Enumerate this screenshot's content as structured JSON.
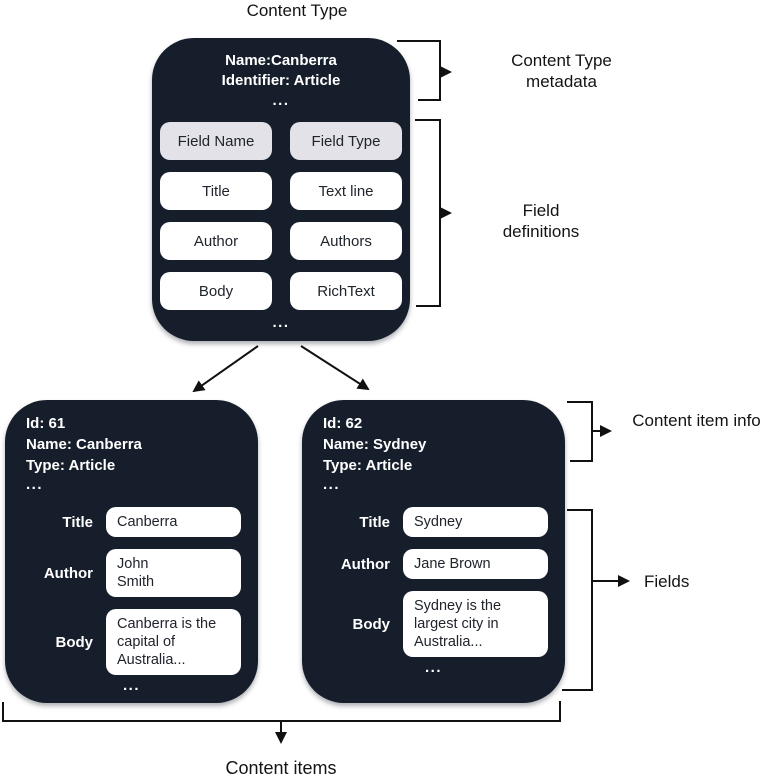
{
  "labels": {
    "diagram_title": "Content Type",
    "content_type_metadata": "Content Type metadata",
    "field_definitions": "Field definitions",
    "content_item_info": "Content item info",
    "fields": "Fields",
    "content_items": "Content items"
  },
  "content_type": {
    "name_line": "Name:Canberra",
    "identifier_line": "Identifier: Article",
    "ellipsis": "...",
    "columns": {
      "name": "Field Name",
      "type": "Field Type"
    },
    "fields": [
      {
        "name": "Title",
        "type": "Text line"
      },
      {
        "name": "Author",
        "type": "Authors"
      },
      {
        "name": "Body",
        "type": "RichText"
      }
    ],
    "footer_ellipsis": "..."
  },
  "items": [
    {
      "id_line": "Id: 61",
      "name_line": "Name: Canberra",
      "type_line": "Type: Article",
      "ellipsis": "...",
      "fields": [
        {
          "label": "Title",
          "value": "Canberra"
        },
        {
          "label": "Author",
          "value": "John\nSmith"
        },
        {
          "label": "Body",
          "value": "Canberra is the capital of Australia..."
        }
      ],
      "footer_ellipsis": "..."
    },
    {
      "id_line": "Id: 62",
      "name_line": "Name: Sydney",
      "type_line": "Type: Article",
      "ellipsis": "...",
      "fields": [
        {
          "label": "Title",
          "value": "Sydney"
        },
        {
          "label": "Author",
          "value": "Jane Brown"
        },
        {
          "label": "Body",
          "value": "Sydney is the largest city in Australia..."
        }
      ],
      "footer_ellipsis": "..."
    }
  ],
  "colors": {
    "card_background": "#171e2b",
    "header_cell": "#e2e2e8",
    "value_cell": "#ffffff",
    "line": "#111111"
  }
}
